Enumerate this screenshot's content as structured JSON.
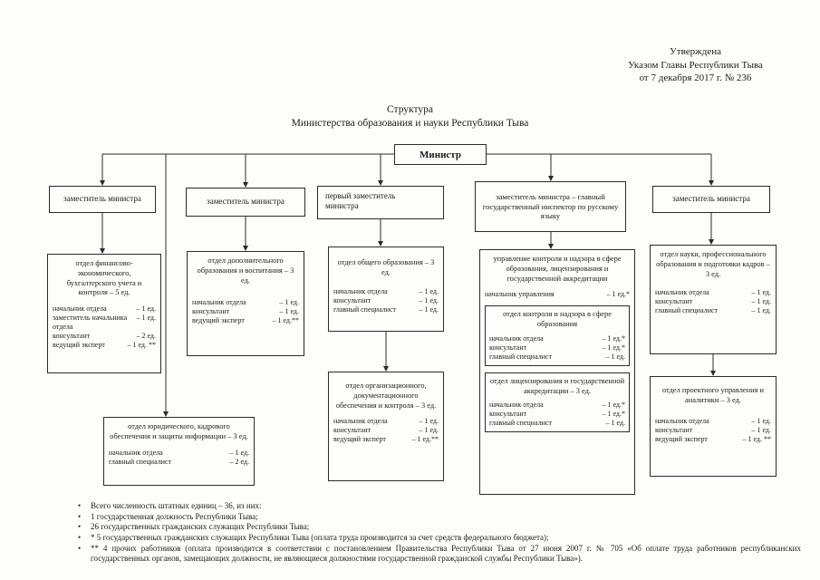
{
  "approval": {
    "lines": [
      "Утверждена",
      "Указом Главы Республики Тыва",
      "от 7 декабря 2017 г. № 236"
    ]
  },
  "title": {
    "line1": "Структура",
    "line2": "Министерства образования и науки Республики Тыва"
  },
  "minister": {
    "label": "Министр"
  },
  "deputies": [
    {
      "label": "заместитель министра"
    },
    {
      "label": "заместитель министра"
    },
    {
      "label": "первый заместитель министра"
    },
    {
      "label": "заместитель министра – главный государственный инспектор по русскому языку"
    },
    {
      "label": "заместитель министра"
    }
  ],
  "departments": {
    "finance": {
      "title": "отдел финансово-экономического, бухгалтерского учета и контроля – 5 ед.",
      "staff": [
        {
          "role": "начальник отдела",
          "count": "– 1 ед."
        },
        {
          "role": "заместитель начальника отдела",
          "count": "– 1 ед."
        },
        {
          "role": "консультант",
          "count": "– 2 ед."
        },
        {
          "role": "ведущий эксперт",
          "count": "– 1 ед. **"
        }
      ]
    },
    "extra_education": {
      "title": "отдел дополнительного образования и воспитания – 3 ед.",
      "staff": [
        {
          "role": "начальник отдела",
          "count": "– 1 ед."
        },
        {
          "role": "консультант",
          "count": "– 1 ед."
        },
        {
          "role": "ведущий эксперт",
          "count": "– 1 ед.**"
        }
      ]
    },
    "legal": {
      "title": "отдел юридического, кадрового обеспечения и защиты информации – 3 ед.",
      "staff": [
        {
          "role": "начальник отдела",
          "count": "– 1 ед."
        },
        {
          "role": "главный специалист",
          "count": "– 2 ед."
        }
      ]
    },
    "general_education": {
      "title": "отдел общего образования – 3 ед.",
      "staff": [
        {
          "role": "начальник отдела",
          "count": "– 1 ед."
        },
        {
          "role": "консультант",
          "count": "– 1 ед."
        },
        {
          "role": "главный специалист",
          "count": "– 1 ед."
        }
      ]
    },
    "org_documentation": {
      "title": "отдел организационного, документационного обеспечения и контроля – 3 ед.",
      "staff": [
        {
          "role": "начальник отдела",
          "count": "– 1 ед."
        },
        {
          "role": "консультант",
          "count": "– 1 ед."
        },
        {
          "role": "ведущий эксперт",
          "count": "– 1 ед.**"
        }
      ]
    },
    "control_directorate": {
      "title": "управление контроля и надзора в сфере образования, лицензирования и государственной аккредитации",
      "head": {
        "role": "начальник управления",
        "count": "– 1 ед.*"
      },
      "sub1": {
        "title": "отдел контроля и надзора в сфере образования",
        "staff": [
          {
            "role": "начальник отдела",
            "count": "– 1 ед.*"
          },
          {
            "role": "консультант",
            "count": "– 1 ед.*"
          },
          {
            "role": "главный специалист",
            "count": "– 1 ед."
          }
        ]
      },
      "sub2": {
        "title": "отдел лицензирования и государственной аккредитации – 3 ед.",
        "staff": [
          {
            "role": "начальник отдела",
            "count": "– 1 ед.*"
          },
          {
            "role": "консультант",
            "count": "– 1 ед.*"
          },
          {
            "role": "главный специалист",
            "count": "– 1 ед."
          }
        ]
      }
    },
    "science": {
      "title": "отдел науки, профессионального образования и подготовки кадров – 3 ед.",
      "staff": [
        {
          "role": "начальник отдела",
          "count": "– 1 ед."
        },
        {
          "role": "консультант",
          "count": "– 1 ед."
        },
        {
          "role": "главный специалист",
          "count": "– 1 ед."
        }
      ]
    },
    "project": {
      "title": "отдел проектного управления и аналитики – 3 ед.",
      "staff": [
        {
          "role": "начальник отдела",
          "count": "– 1 ед."
        },
        {
          "role": "консультант",
          "count": "– 1 ед."
        },
        {
          "role": "ведущий эксперт",
          "count": "– 1 ед. **"
        }
      ]
    }
  },
  "footnotes": [
    "Всего численность штатных единиц – 36, из них:",
    "1 государственная должность Республики Тыва;",
    "26 государственных гражданских служащих Республики Тыва;",
    "* 5 государственных гражданских служащих Республики Тыва (оплата труда производится за счет средств федерального бюджета);",
    "** 4 прочих работников (оплата производится в соответствии с постановлением Правительства Республики Тыва от 27 июня 2007 г. № 705 «Об оплате труда работников республиканских государственных органов, замещающих должности, не являющиеся должностями государственной гражданской службы Республики Тыва»)."
  ]
}
